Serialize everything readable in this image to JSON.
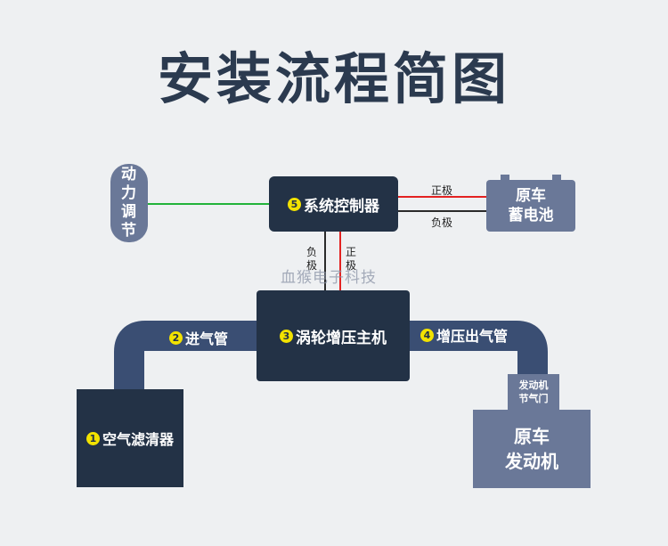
{
  "title": "安装流程简图",
  "nodes": {
    "power": "动力调节",
    "controller": {
      "num": "5",
      "label": "系统控制器"
    },
    "battery": {
      "line1": "原车",
      "line2": "蓄电池"
    },
    "turbo": {
      "num": "3",
      "label": "涡轮增压主机"
    },
    "filter": {
      "num": "1",
      "label": "空气滤清器"
    },
    "throttle": {
      "line1": "发动机",
      "line2": "节气门"
    },
    "engine": {
      "line1": "原车",
      "line2": "发动机"
    }
  },
  "pipes": {
    "intake": {
      "num": "2",
      "label": "进气管"
    },
    "outlet": {
      "num": "4",
      "label": "增压出气管"
    }
  },
  "wires": {
    "top_pos": "正极",
    "top_neg": "负极",
    "vert_neg": "负极",
    "vert_pos": "正极"
  },
  "colors": {
    "dark": "#233246",
    "slate": "#6a7898",
    "pipe": "#3a4e73",
    "positive": "#e32222",
    "negative": "#2a2a2a",
    "signal": "#22b33a",
    "number_badge": "#f2e200"
  },
  "watermark": "血猴电子科技"
}
